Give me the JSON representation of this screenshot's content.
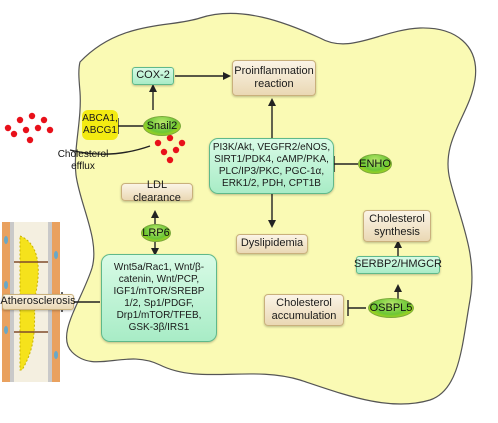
{
  "nodes": {
    "cox2": "COX-2",
    "proinflammation": "Proinflammation\nreaction",
    "abca1": "ABCA1,\nABCG1",
    "snail2": "Snail2",
    "cholesterol_efflux": "Cholesterol\nefflux",
    "pi3k_box": "PI3K/Akt, VEGFR2/eNOS,\nSIRT1/PDK4, cAMP/PKA,\nPLC/IP3/PKC, PGC-1α,\nERK1/2, PDH, CPT1B",
    "enho": "ENHO",
    "ldl_clearance": "LDL clearance",
    "lrp6": "LRP6",
    "wnt_box": "Wnt5a/Rac1, Wnt/β-\ncatenin, Wnt/PCP,\nIGF1/mTOR/SREBP\n1/2, Sp1/PDGF,\nDrp1/mTOR/TFEB,\nGSK-3β/IRS1",
    "dyslipidemia": "Dyslipidemia",
    "atherosclerosis": "Atherosclerosis",
    "cholesterol_synthesis": "Cholesterol\nsynthesis",
    "serbp2": "SERBP2/HMGCR",
    "cholesterol_accumulation": "Cholesterol\naccumulation",
    "osbpl5": "OSBPL5"
  },
  "colors": {
    "cell_fill": "#fafab4",
    "cell_stroke": "#555555",
    "beige_box": "#f3e6c8",
    "green_box": "#c2f2d8",
    "pill_green": "#6cc637",
    "cholesterol_dot": "#e8101a",
    "vessel_wall": "#e9a15f",
    "plaque": "#f5e21c"
  }
}
